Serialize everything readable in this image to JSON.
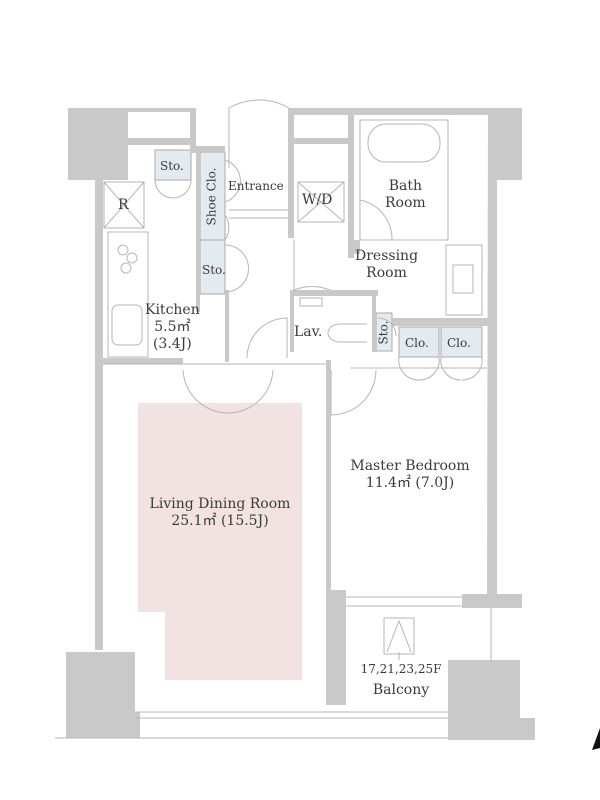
{
  "colors": {
    "wall": "#c9c9c9",
    "storage": "#e3ebf1",
    "living_highlight": "#f2e2e2",
    "line": "#aaaaaa"
  },
  "rooms": {
    "storage_top": "Sto.",
    "fridge": "R",
    "shoe_closet": "Shoe Clo.",
    "entrance": "Entrance",
    "storage_entrance": "Sto.",
    "washer_dryer": "W/D",
    "bath": {
      "line1": "Bath",
      "line2": "Room"
    },
    "dressing": {
      "line1": "Dressing",
      "line2": "Room"
    },
    "kitchen": {
      "name": "Kitchen",
      "area": "5.5㎡",
      "jo": "(3.4J)"
    },
    "lavatory": "Lav.",
    "storage_small": "Sto.",
    "closet1": "Clo.",
    "closet2": "Clo.",
    "living": {
      "name": "Living Dining Room",
      "area": "25.1㎡  (15.5J)"
    },
    "master": {
      "name": "Master Bedroom",
      "area": "11.4㎡  (7.0J)"
    },
    "balcony": {
      "floors": "17,21,23,25F",
      "name": "Balcony"
    }
  }
}
